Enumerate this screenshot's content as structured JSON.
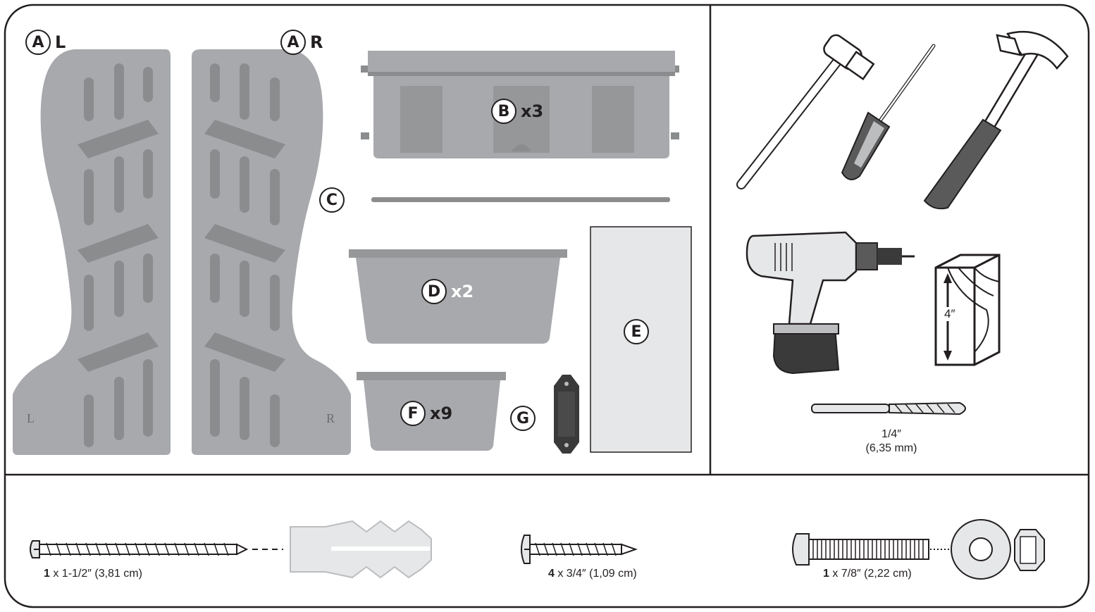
{
  "parts": {
    "A_left": {
      "letter": "A",
      "side": "L"
    },
    "A_right": {
      "letter": "A",
      "side": "R"
    },
    "B": {
      "letter": "B",
      "qty": "x3"
    },
    "C": {
      "letter": "C"
    },
    "D": {
      "letter": "D",
      "qty": "x2"
    },
    "E": {
      "letter": "E"
    },
    "F": {
      "letter": "F",
      "qty": "x9"
    },
    "G": {
      "letter": "G"
    },
    "panel_L_mark": "L",
    "panel_R_mark": "R"
  },
  "tools": {
    "level_height": "4″",
    "drill_bit_size": "1/4″",
    "drill_bit_metric": "(6,35 mm)"
  },
  "hardware": [
    {
      "qty": "1",
      "size": " x 1-1/2″ (3,81 cm)"
    },
    {
      "qty": "4",
      "size": " x 3/4″ (1,09 cm)"
    },
    {
      "qty": "1",
      "size": " x 7/8″ (2,22 cm)"
    }
  ],
  "colors": {
    "part_fill": "#a7a9ac",
    "part_dark": "#8a8c8e",
    "outline": "#231f20",
    "tool_dark": "#3a3a3a",
    "grip": "#5a5a5a"
  }
}
